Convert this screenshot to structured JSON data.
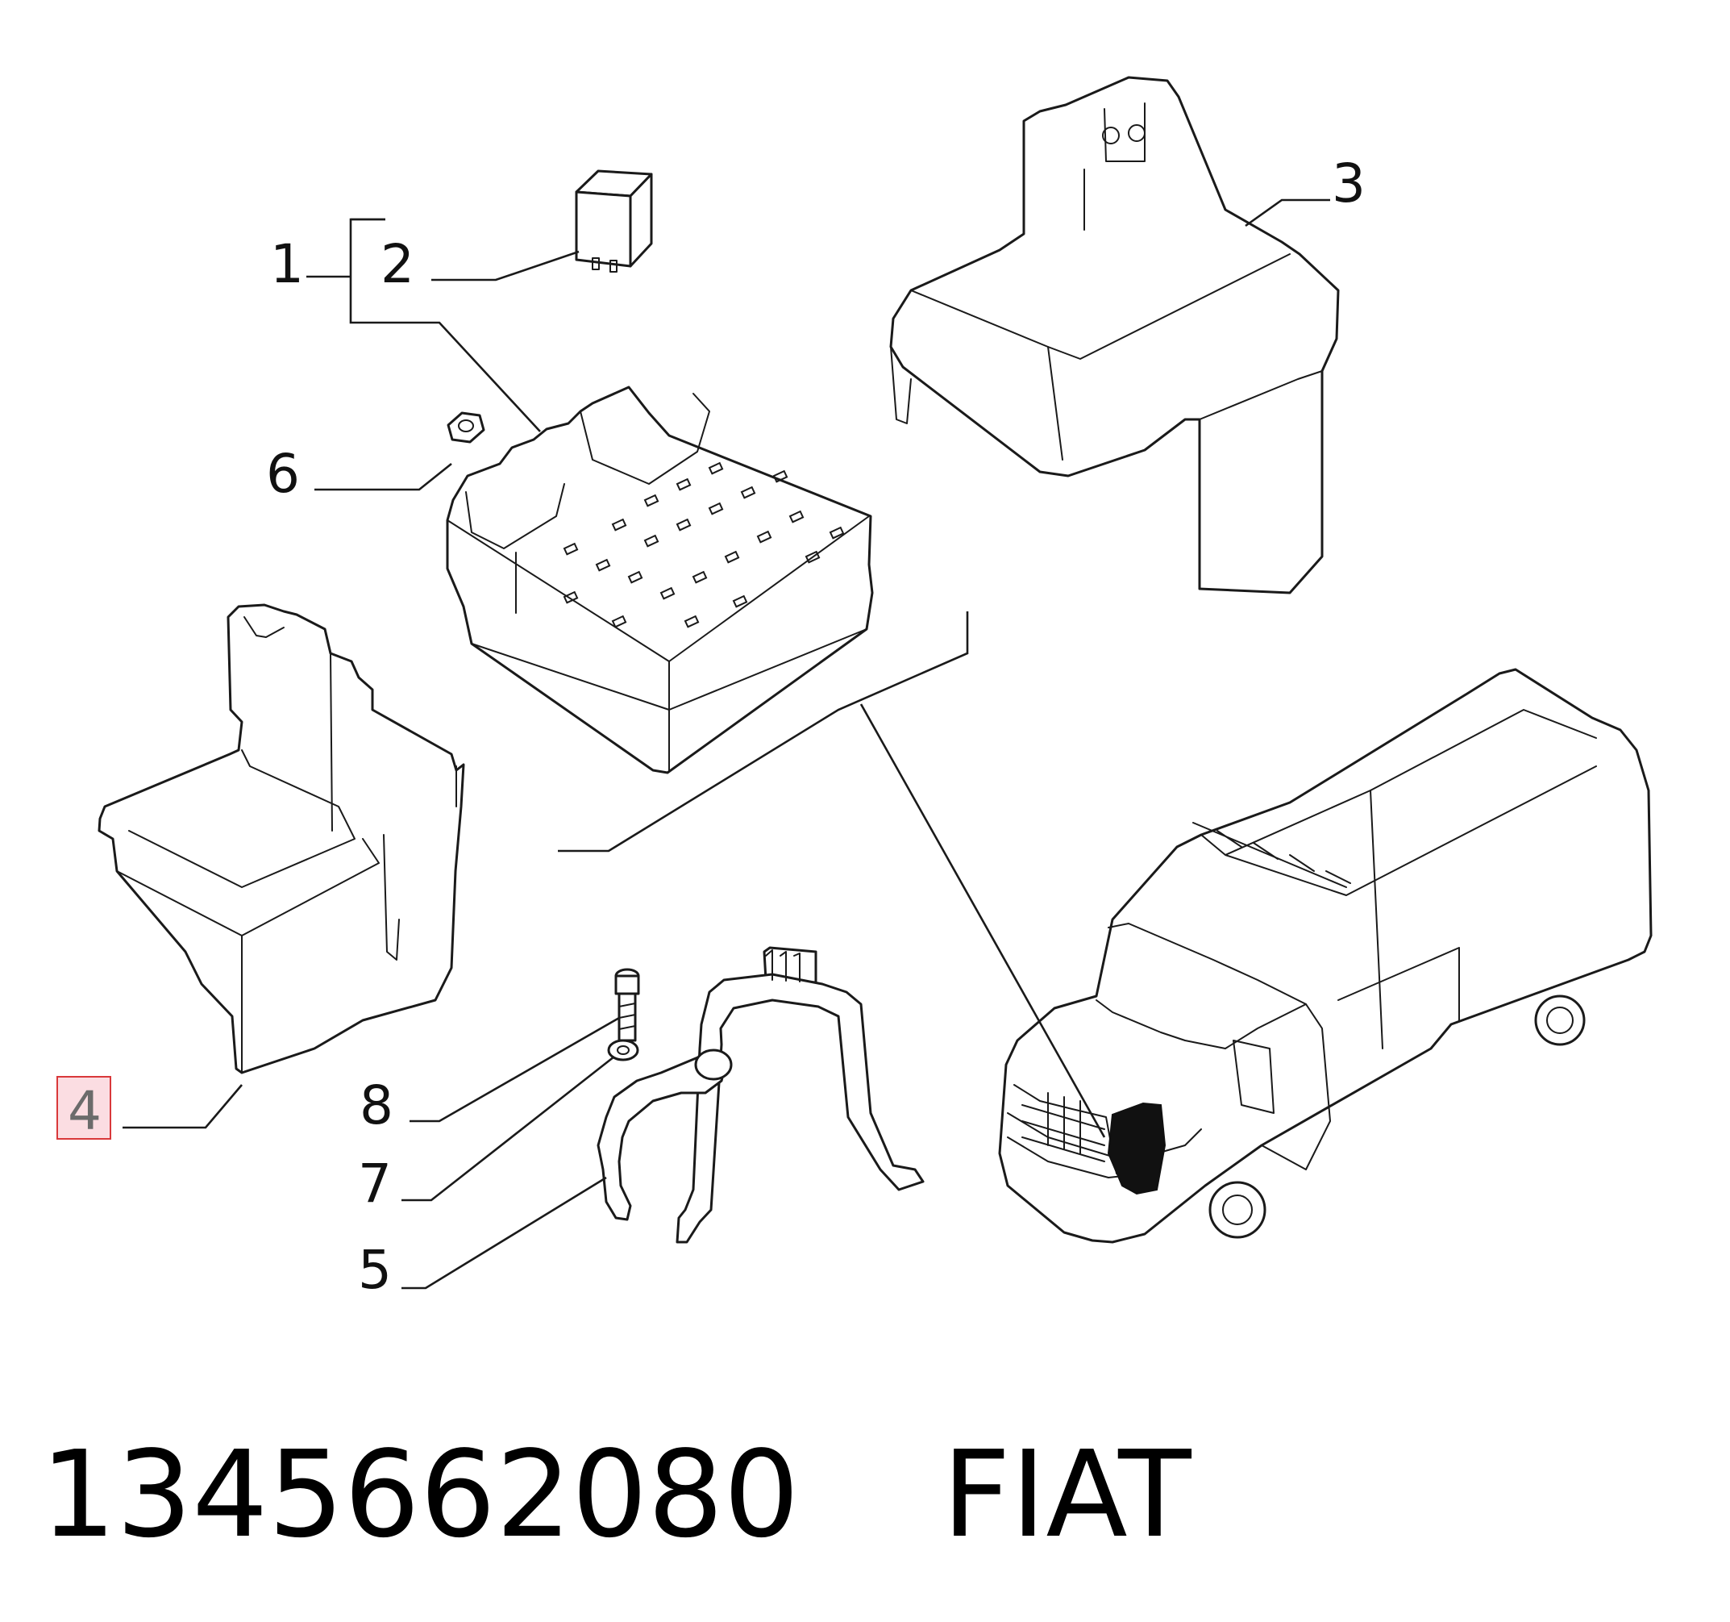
{
  "callouts": {
    "c1": "1",
    "c2": "2",
    "c3": "3",
    "c4": "4",
    "c5": "5",
    "c6": "6",
    "c7": "7",
    "c8": "8"
  },
  "highlight": {
    "callout": "4",
    "border_color": "#d9383a",
    "fill_color": "#fbdde2"
  },
  "footer": {
    "part_number": "1345662080",
    "brand": "FIAT"
  },
  "icons": {
    "relay": "relay-icon",
    "fuse_box": "fuse-box-icon",
    "cover": "fuse-box-cover-icon",
    "tray": "mounting-tray-icon",
    "nut": "nut-icon",
    "bolt": "bolt-icon",
    "washer": "washer-icon",
    "bracket": "bracket-icon",
    "van": "van-location-icon"
  }
}
